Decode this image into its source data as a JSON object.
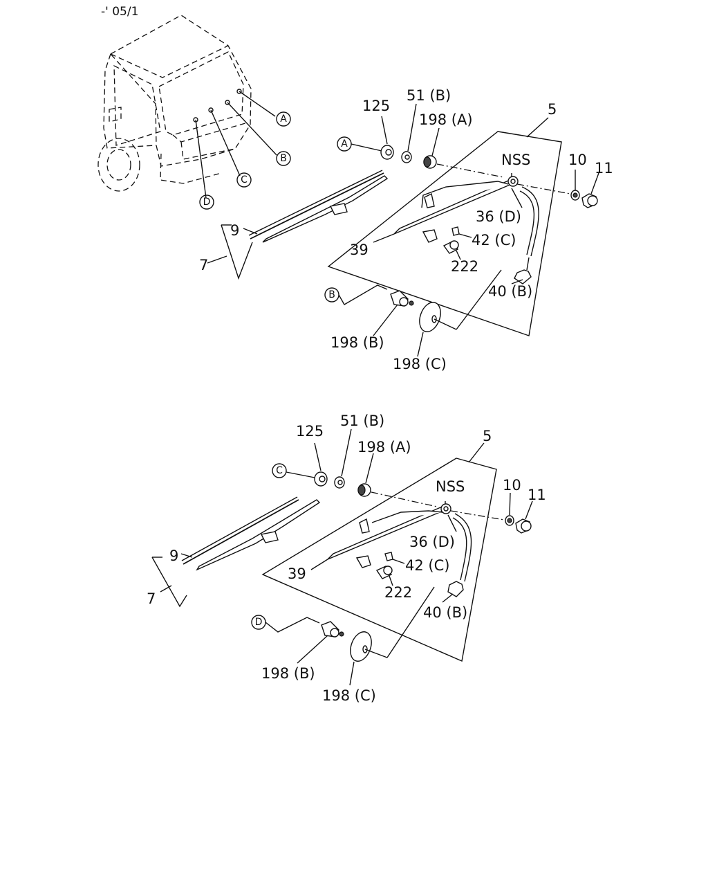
{
  "header": {
    "code": "-' 05/1"
  },
  "refs": {
    "A": "A",
    "B": "B",
    "C": "C",
    "D": "D"
  },
  "labels": {
    "p125": "125",
    "p51b": "51 (B)",
    "p198a": "198 (A)",
    "p5": "5",
    "nss": "NSS",
    "p10": "10",
    "p11": "11",
    "p36d": "36 (D)",
    "p42c": "42 (C)",
    "p39": "39",
    "p222": "222",
    "p40b": "40 (B)",
    "p9": "9",
    "p7": "7",
    "p198b": "198 (B)",
    "p198c": "198 (C)"
  }
}
